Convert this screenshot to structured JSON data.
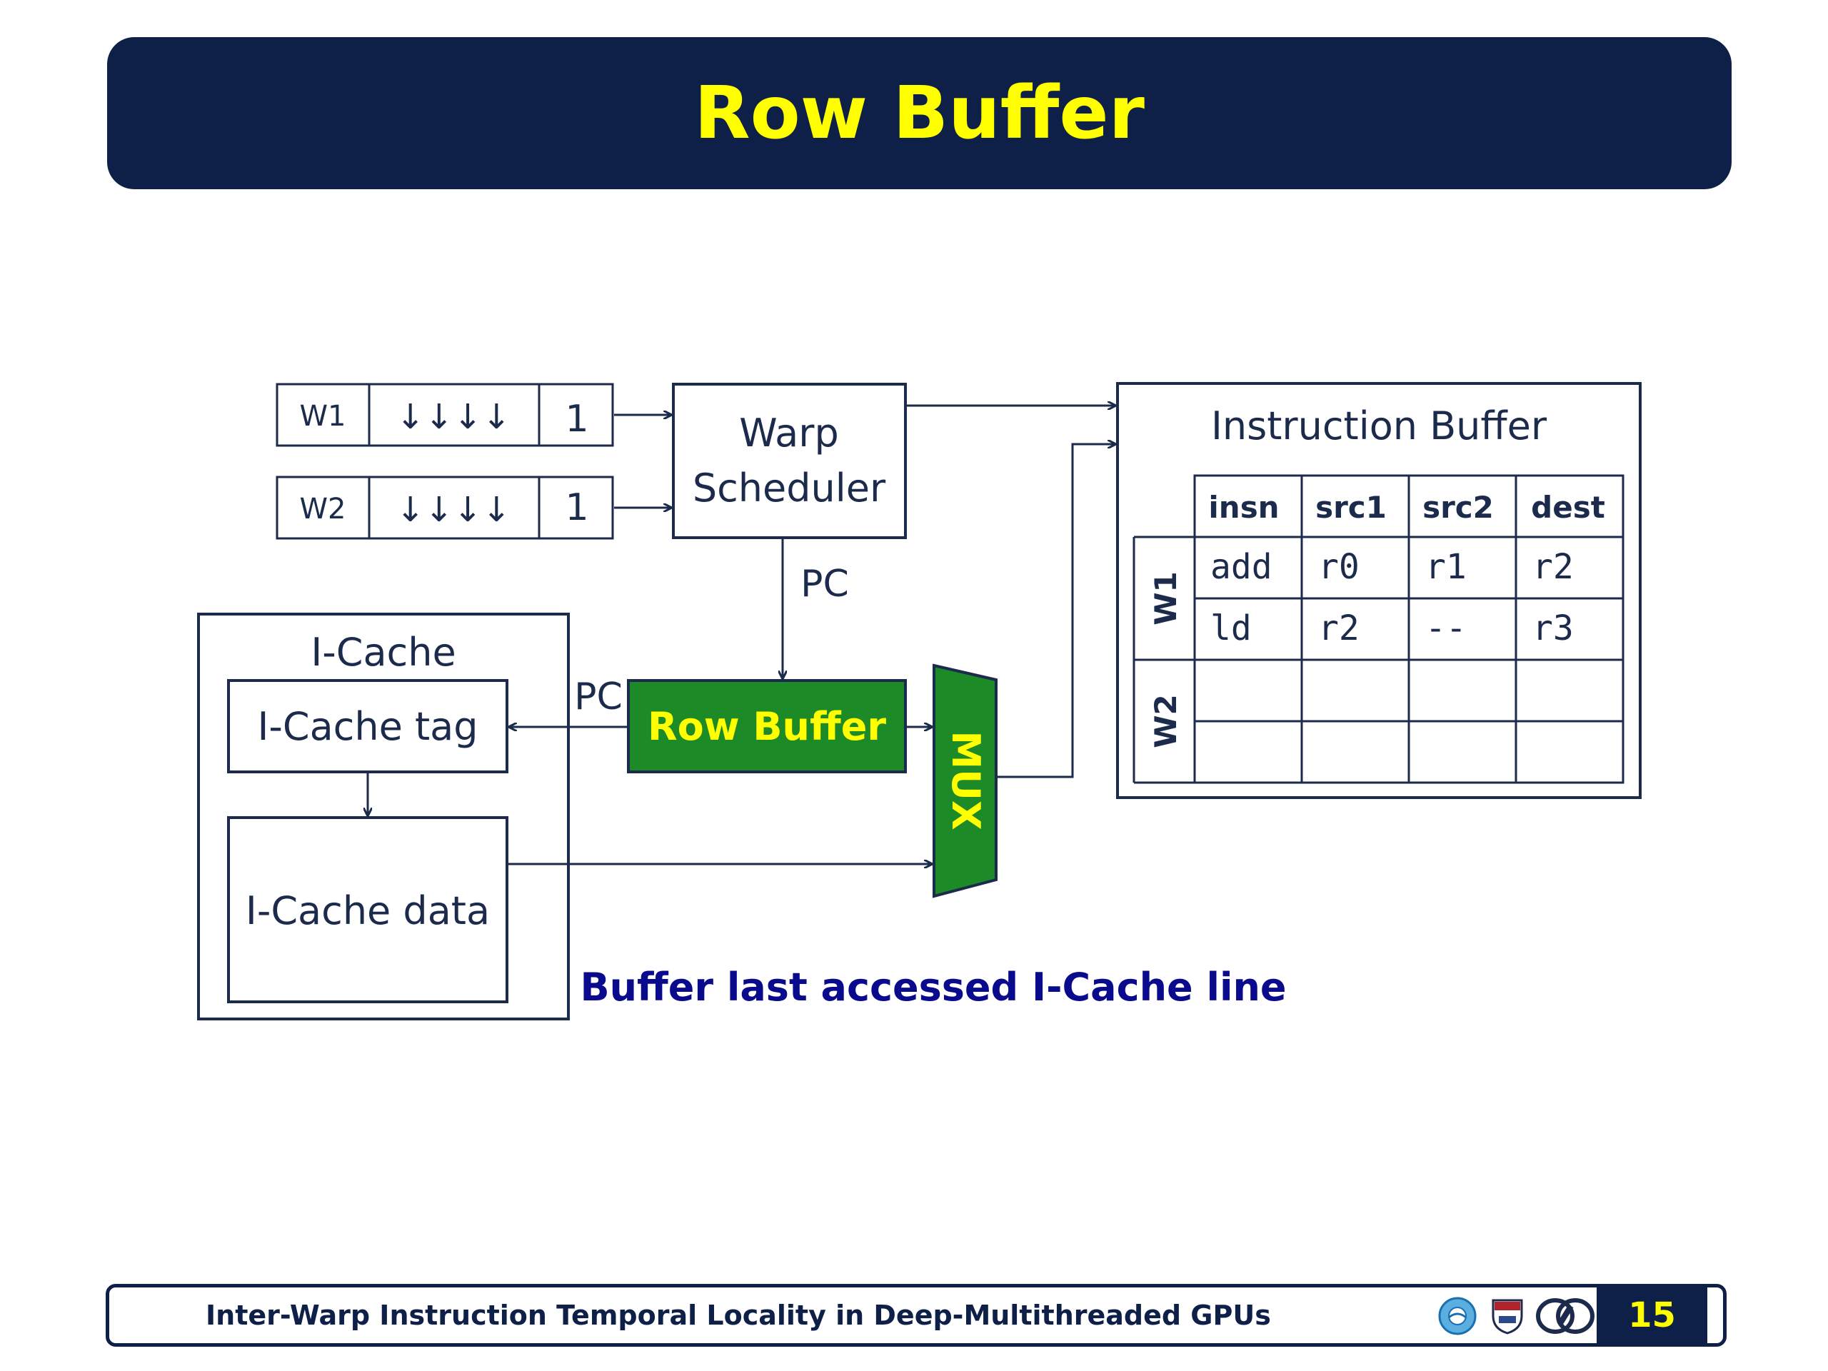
{
  "slide": {
    "title": "Row Buffer",
    "caption": "Buffer last accessed I-Cache line",
    "footer_text": "Inter-Warp Instruction Temporal Locality in Deep-Multithreaded GPUs",
    "page_number": "15"
  },
  "diagram": {
    "warps": [
      {
        "label": "W1",
        "arrows": "↓↓↓↓",
        "count": "1"
      },
      {
        "label": "W2",
        "arrows": "↓↓↓↓",
        "count": "1"
      }
    ],
    "warp_scheduler": {
      "line1": "Warp",
      "line2": "Scheduler"
    },
    "pc_label_1": "PC",
    "pc_label_2": "PC",
    "icache": {
      "title": "I-Cache",
      "tag": "I-Cache tag",
      "data": "I-Cache data"
    },
    "row_buffer": "Row Buffer",
    "mux": "MUX",
    "instruction_buffer": {
      "title": "Instruction Buffer",
      "headers": [
        "insn",
        "src1",
        "src2",
        "dest"
      ],
      "groups": [
        {
          "label": "W1",
          "rows": [
            [
              "add",
              "r0",
              "r1",
              "r2"
            ],
            [
              "ld",
              "r2",
              "--",
              "r3"
            ]
          ]
        },
        {
          "label": "W2",
          "rows": [
            [
              "",
              "",
              "",
              ""
            ],
            [
              "",
              "",
              "",
              ""
            ]
          ]
        }
      ]
    }
  },
  "colors": {
    "navy": "#0e1f48",
    "title_yellow": "#ffff00",
    "row_buffer_green": "#1c8a26",
    "caption_blue": "#0a0a8c",
    "line": "#1c2a4c"
  }
}
